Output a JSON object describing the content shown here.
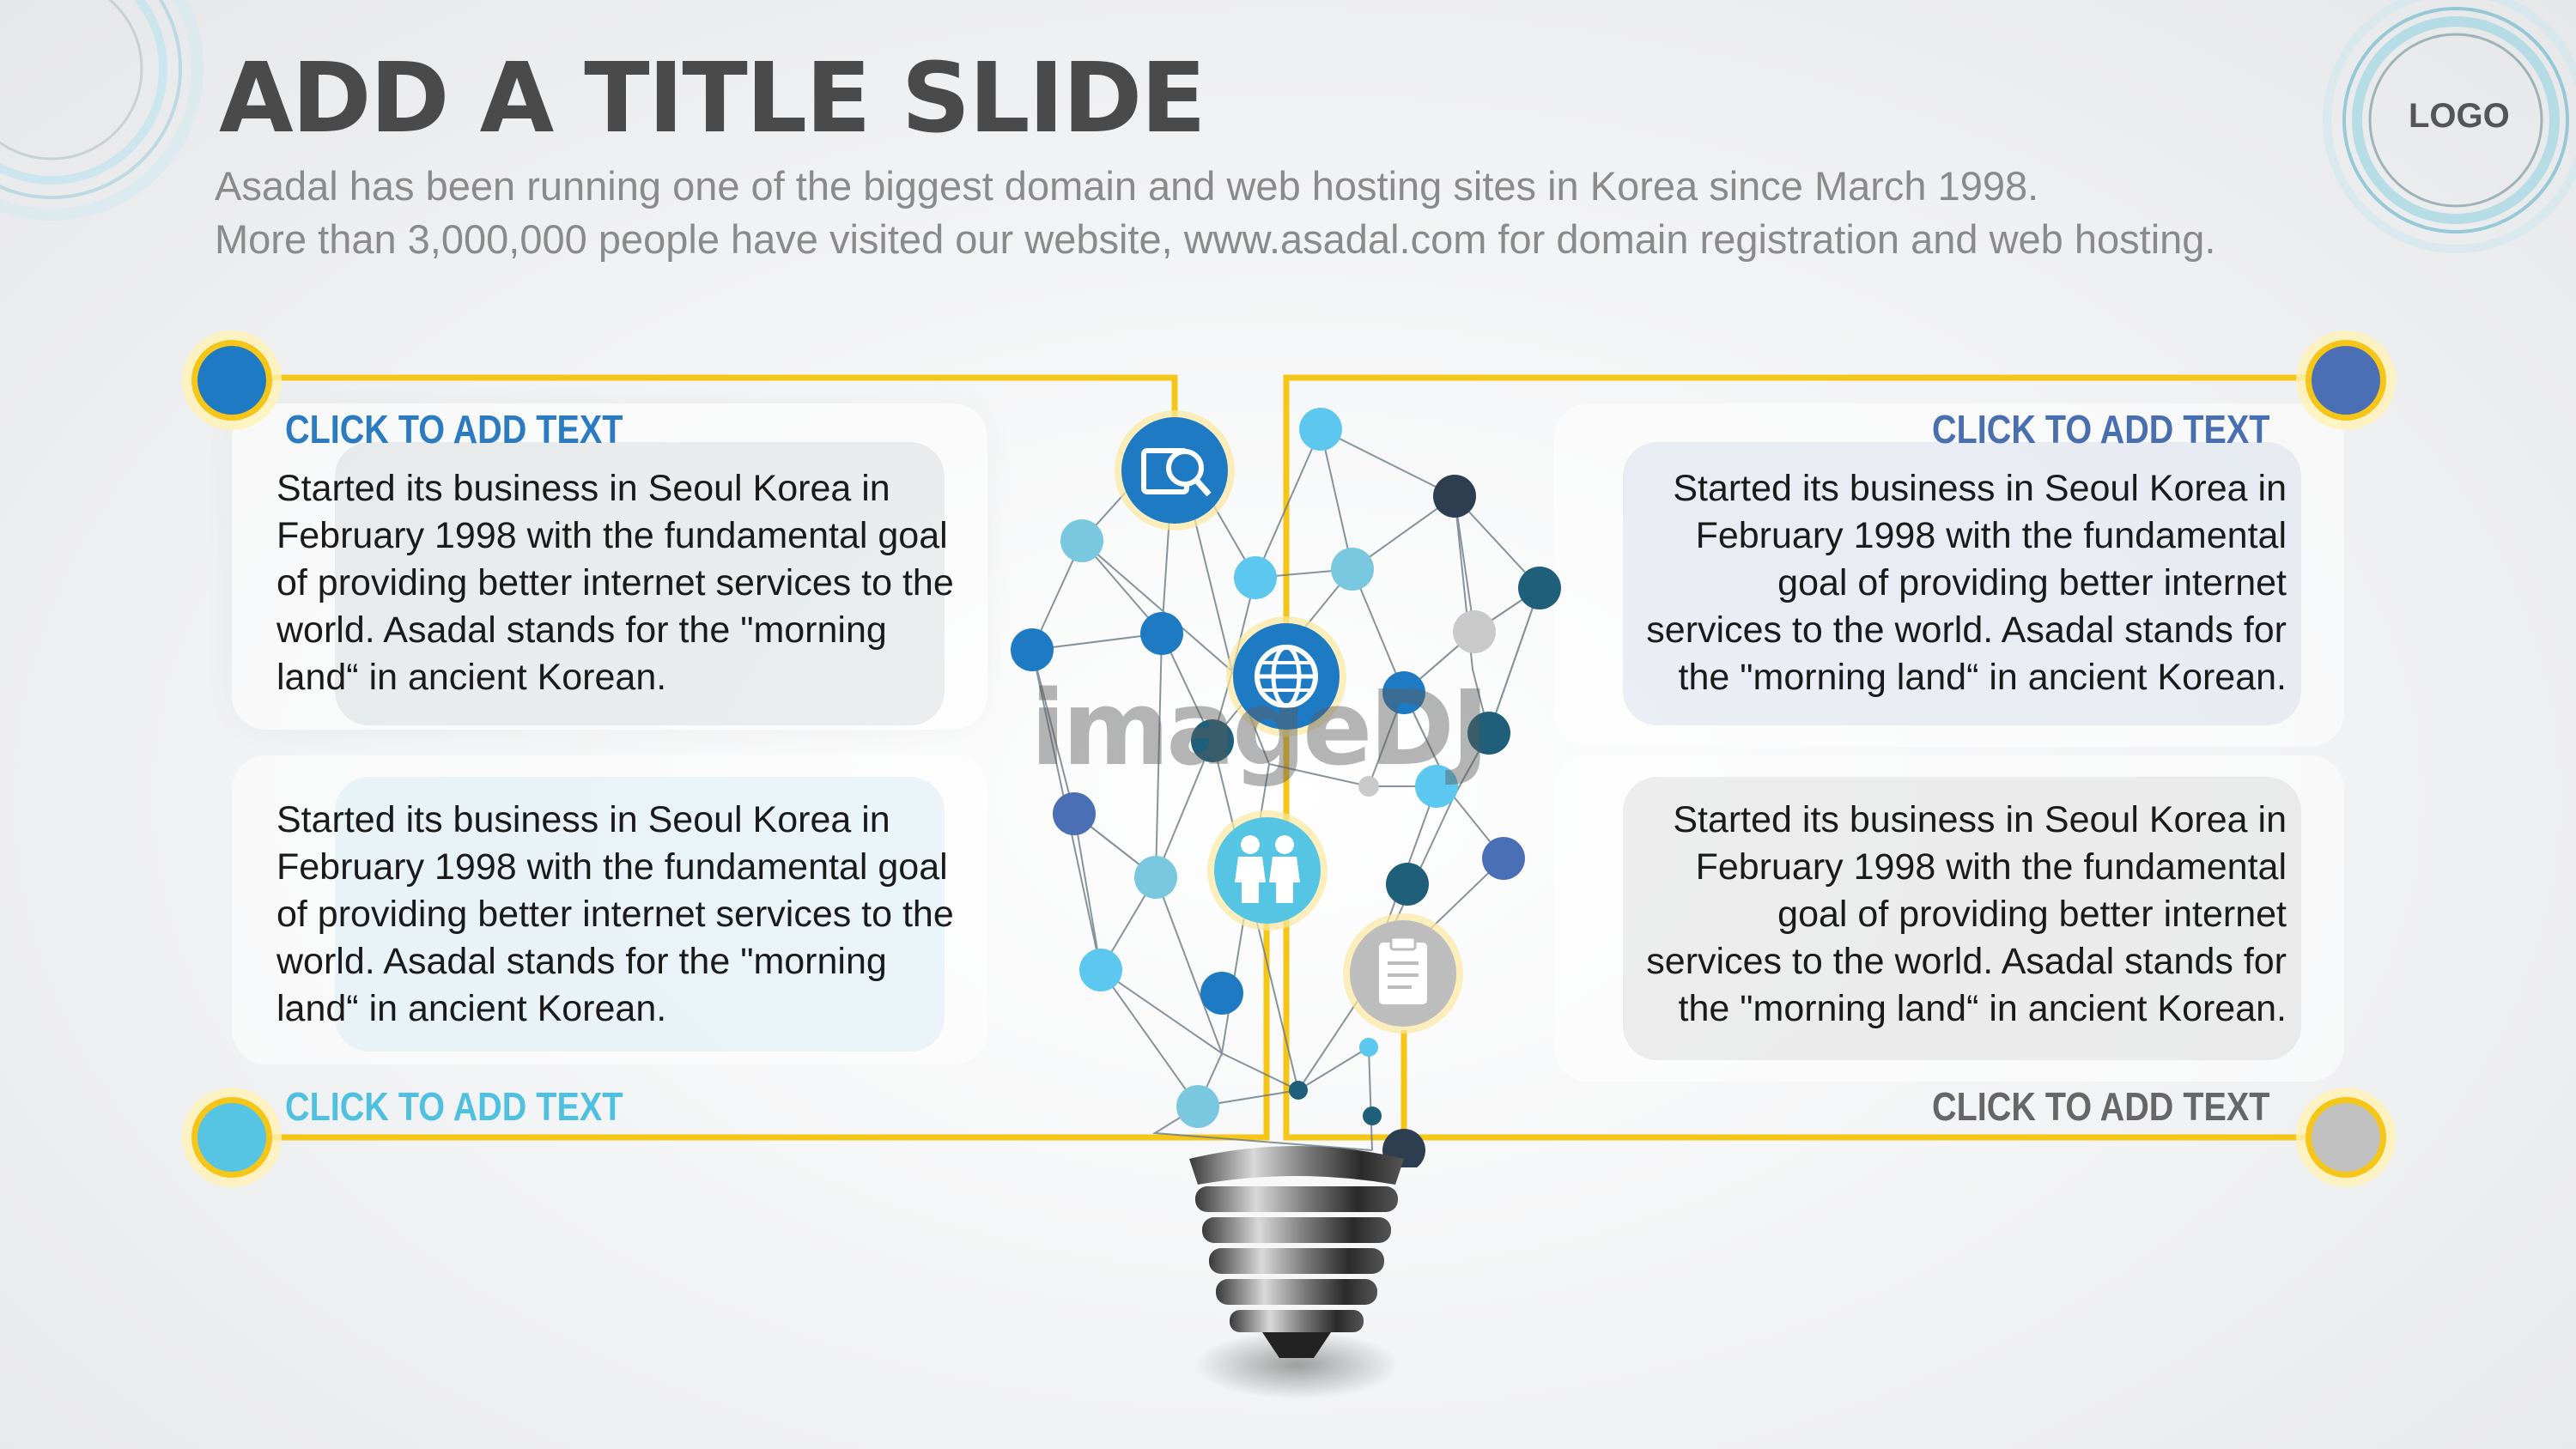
{
  "slide": {
    "title": "ADD A TITLE SLIDE",
    "subtitle_lines": [
      "Asadal has been running one of the biggest domain and web hosting sites in Korea since March 1998.",
      "More than 3,000,000 people have visited our website,  www.asadal.com for domain registration and web hosting."
    ],
    "logo": "LOGO",
    "watermark": "imageDJ"
  },
  "headings": {
    "top_left": "CLICK TO ADD TEXT",
    "top_right": "CLICK TO ADD TEXT",
    "bottom_left": "CLICK TO ADD TEXT",
    "bottom_right": "CLICK TO ADD TEXT"
  },
  "paragraphs": {
    "left": [
      "Started its business in Seoul Korea  in",
      "February 1998 with the fundamental goal",
      "of providing better internet services to the",
      "world. Asadal stands for the \"morning",
      "land“ in ancient Korean."
    ],
    "right": [
      "Started its business in Seoul Korea  in",
      "February 1998 with the fundamental",
      "goal of providing better internet",
      "services to the world. Asadal stands for",
      "the \"morning land“ in ancient Korean."
    ]
  },
  "icons": [
    "search-document-icon",
    "globe-icon",
    "people-icon",
    "clipboard-icon"
  ],
  "colors": {
    "accent_yellow": "#f5c518",
    "dot_blue": "#1f7ac4",
    "dot_steel": "#4a6fb5",
    "dot_cyan": "#55c5e3",
    "dot_gray": "#c0c0c0",
    "heading_blue": "#2a7bc1",
    "heading_steel": "#4a6fb0",
    "heading_cyan": "#4fc0e0",
    "heading_gray": "#666666"
  }
}
